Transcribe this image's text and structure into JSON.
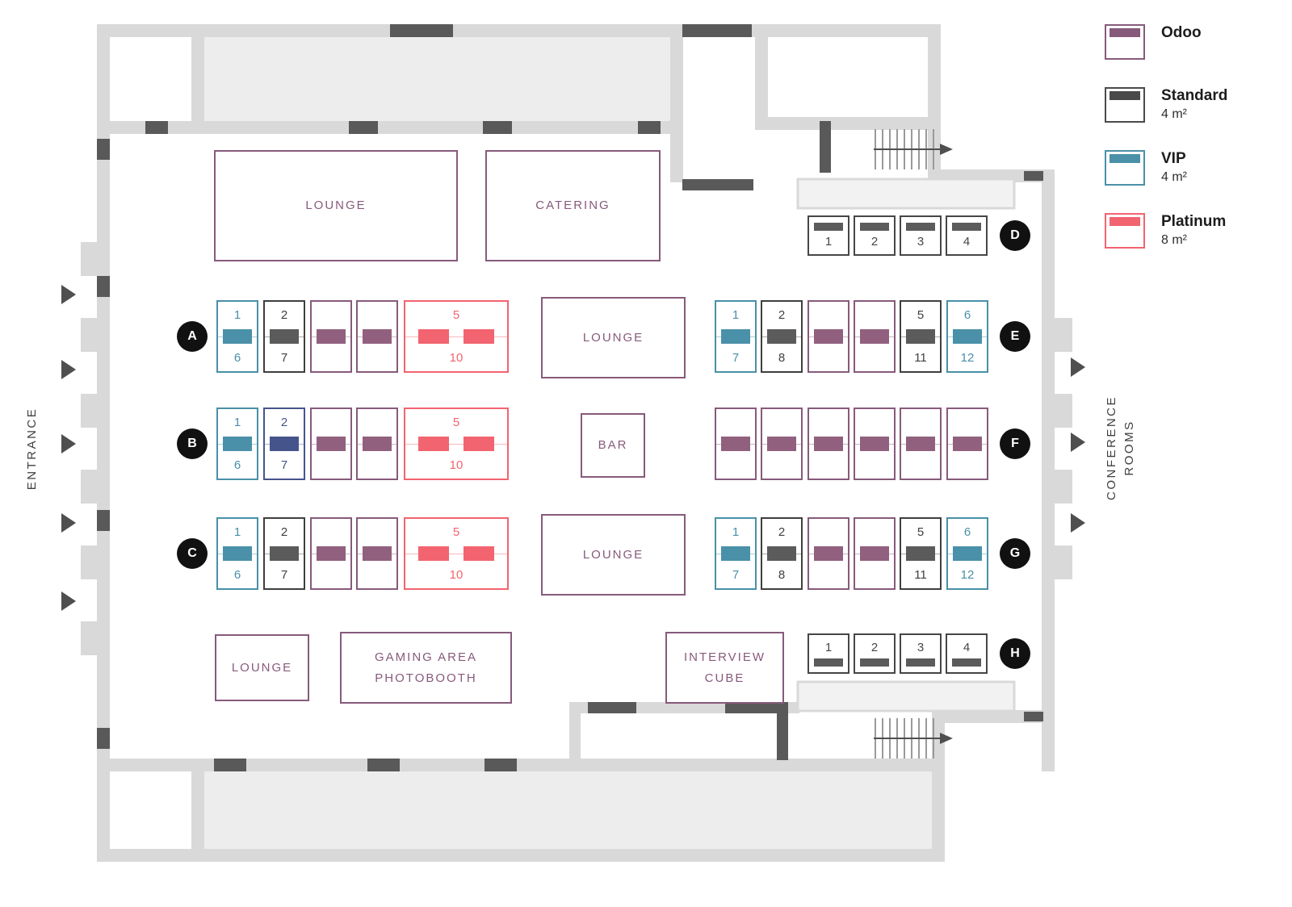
{
  "colors": {
    "odoo": "#875A7B",
    "odoo_bar": "#91607F",
    "standard": "#3F3F3F",
    "standard_bar": "#5B5B5B",
    "vip": "#4A90A8",
    "platinum": "#F2646F",
    "navy": "#46548C",
    "wall": "#D9D9D9",
    "wall_dark": "#595959",
    "room_fill": "#EDEDED",
    "marker": "#111111"
  },
  "legend": {
    "items": [
      {
        "name": "Odoo",
        "size": "",
        "type": "odoo"
      },
      {
        "name": "Standard",
        "size": "4 m²",
        "type": "standard"
      },
      {
        "name": "VIP",
        "size": "4 m²",
        "type": "vip"
      },
      {
        "name": "Platinum",
        "size": "8 m²",
        "type": "platinum"
      }
    ]
  },
  "labels": {
    "entrance": "ENTRANCE",
    "conference_line1": "CONFERENCE",
    "conference_line2": "ROOMS"
  },
  "areas": {
    "lounge_top": "LOUNGE",
    "catering": "CATERING",
    "lounge_mid_upper": "LOUNGE",
    "bar": "BAR",
    "lounge_mid_lower": "LOUNGE",
    "lounge_bottom": "LOUNGE",
    "gaming_line1": "GAMING AREA",
    "gaming_line2": "PHOTOBOOTH",
    "interview_line1": "INTERVIEW",
    "interview_line2": "CUBE"
  },
  "rows": {
    "A": {
      "letter": "A",
      "booths": [
        {
          "type": "vip",
          "top": "1",
          "bottom": "6"
        },
        {
          "type": "standard",
          "top": "2",
          "bottom": "7"
        },
        {
          "type": "odoo"
        },
        {
          "type": "odoo"
        },
        {
          "type": "platinum",
          "top": "5",
          "bottom": "10"
        }
      ]
    },
    "B": {
      "letter": "B",
      "booths": [
        {
          "type": "vip",
          "top": "1",
          "bottom": "6"
        },
        {
          "type": "navy",
          "top": "2",
          "bottom": "7"
        },
        {
          "type": "odoo"
        },
        {
          "type": "odoo"
        },
        {
          "type": "platinum",
          "top": "5",
          "bottom": "10"
        }
      ]
    },
    "C": {
      "letter": "C",
      "booths": [
        {
          "type": "vip",
          "top": "1",
          "bottom": "6"
        },
        {
          "type": "standard",
          "top": "2",
          "bottom": "7"
        },
        {
          "type": "odoo"
        },
        {
          "type": "odoo"
        },
        {
          "type": "platinum",
          "top": "5",
          "bottom": "10"
        }
      ]
    },
    "D": {
      "letter": "D",
      "booths": [
        {
          "num": "1"
        },
        {
          "num": "2"
        },
        {
          "num": "3"
        },
        {
          "num": "4"
        }
      ]
    },
    "E": {
      "letter": "E",
      "booths": [
        {
          "type": "vip",
          "top": "1",
          "bottom": "7"
        },
        {
          "type": "standard",
          "top": "2",
          "bottom": "8"
        },
        {
          "type": "odoo"
        },
        {
          "type": "odoo"
        },
        {
          "type": "standard",
          "top": "5",
          "bottom": "11"
        },
        {
          "type": "vip",
          "top": "6",
          "bottom": "12"
        }
      ]
    },
    "F": {
      "letter": "F",
      "booths": [
        {
          "type": "odoo"
        },
        {
          "type": "odoo"
        },
        {
          "type": "odoo"
        },
        {
          "type": "odoo"
        },
        {
          "type": "odoo"
        },
        {
          "type": "odoo"
        }
      ]
    },
    "G": {
      "letter": "G",
      "booths": [
        {
          "type": "vip",
          "top": "1",
          "bottom": "7"
        },
        {
          "type": "standard",
          "top": "2",
          "bottom": "8"
        },
        {
          "type": "odoo"
        },
        {
          "type": "odoo"
        },
        {
          "type": "standard",
          "top": "5",
          "bottom": "11"
        },
        {
          "type": "vip",
          "top": "6",
          "bottom": "12"
        }
      ]
    },
    "H": {
      "letter": "H",
      "booths": [
        {
          "num": "1"
        },
        {
          "num": "2"
        },
        {
          "num": "3"
        },
        {
          "num": "4"
        }
      ]
    }
  }
}
